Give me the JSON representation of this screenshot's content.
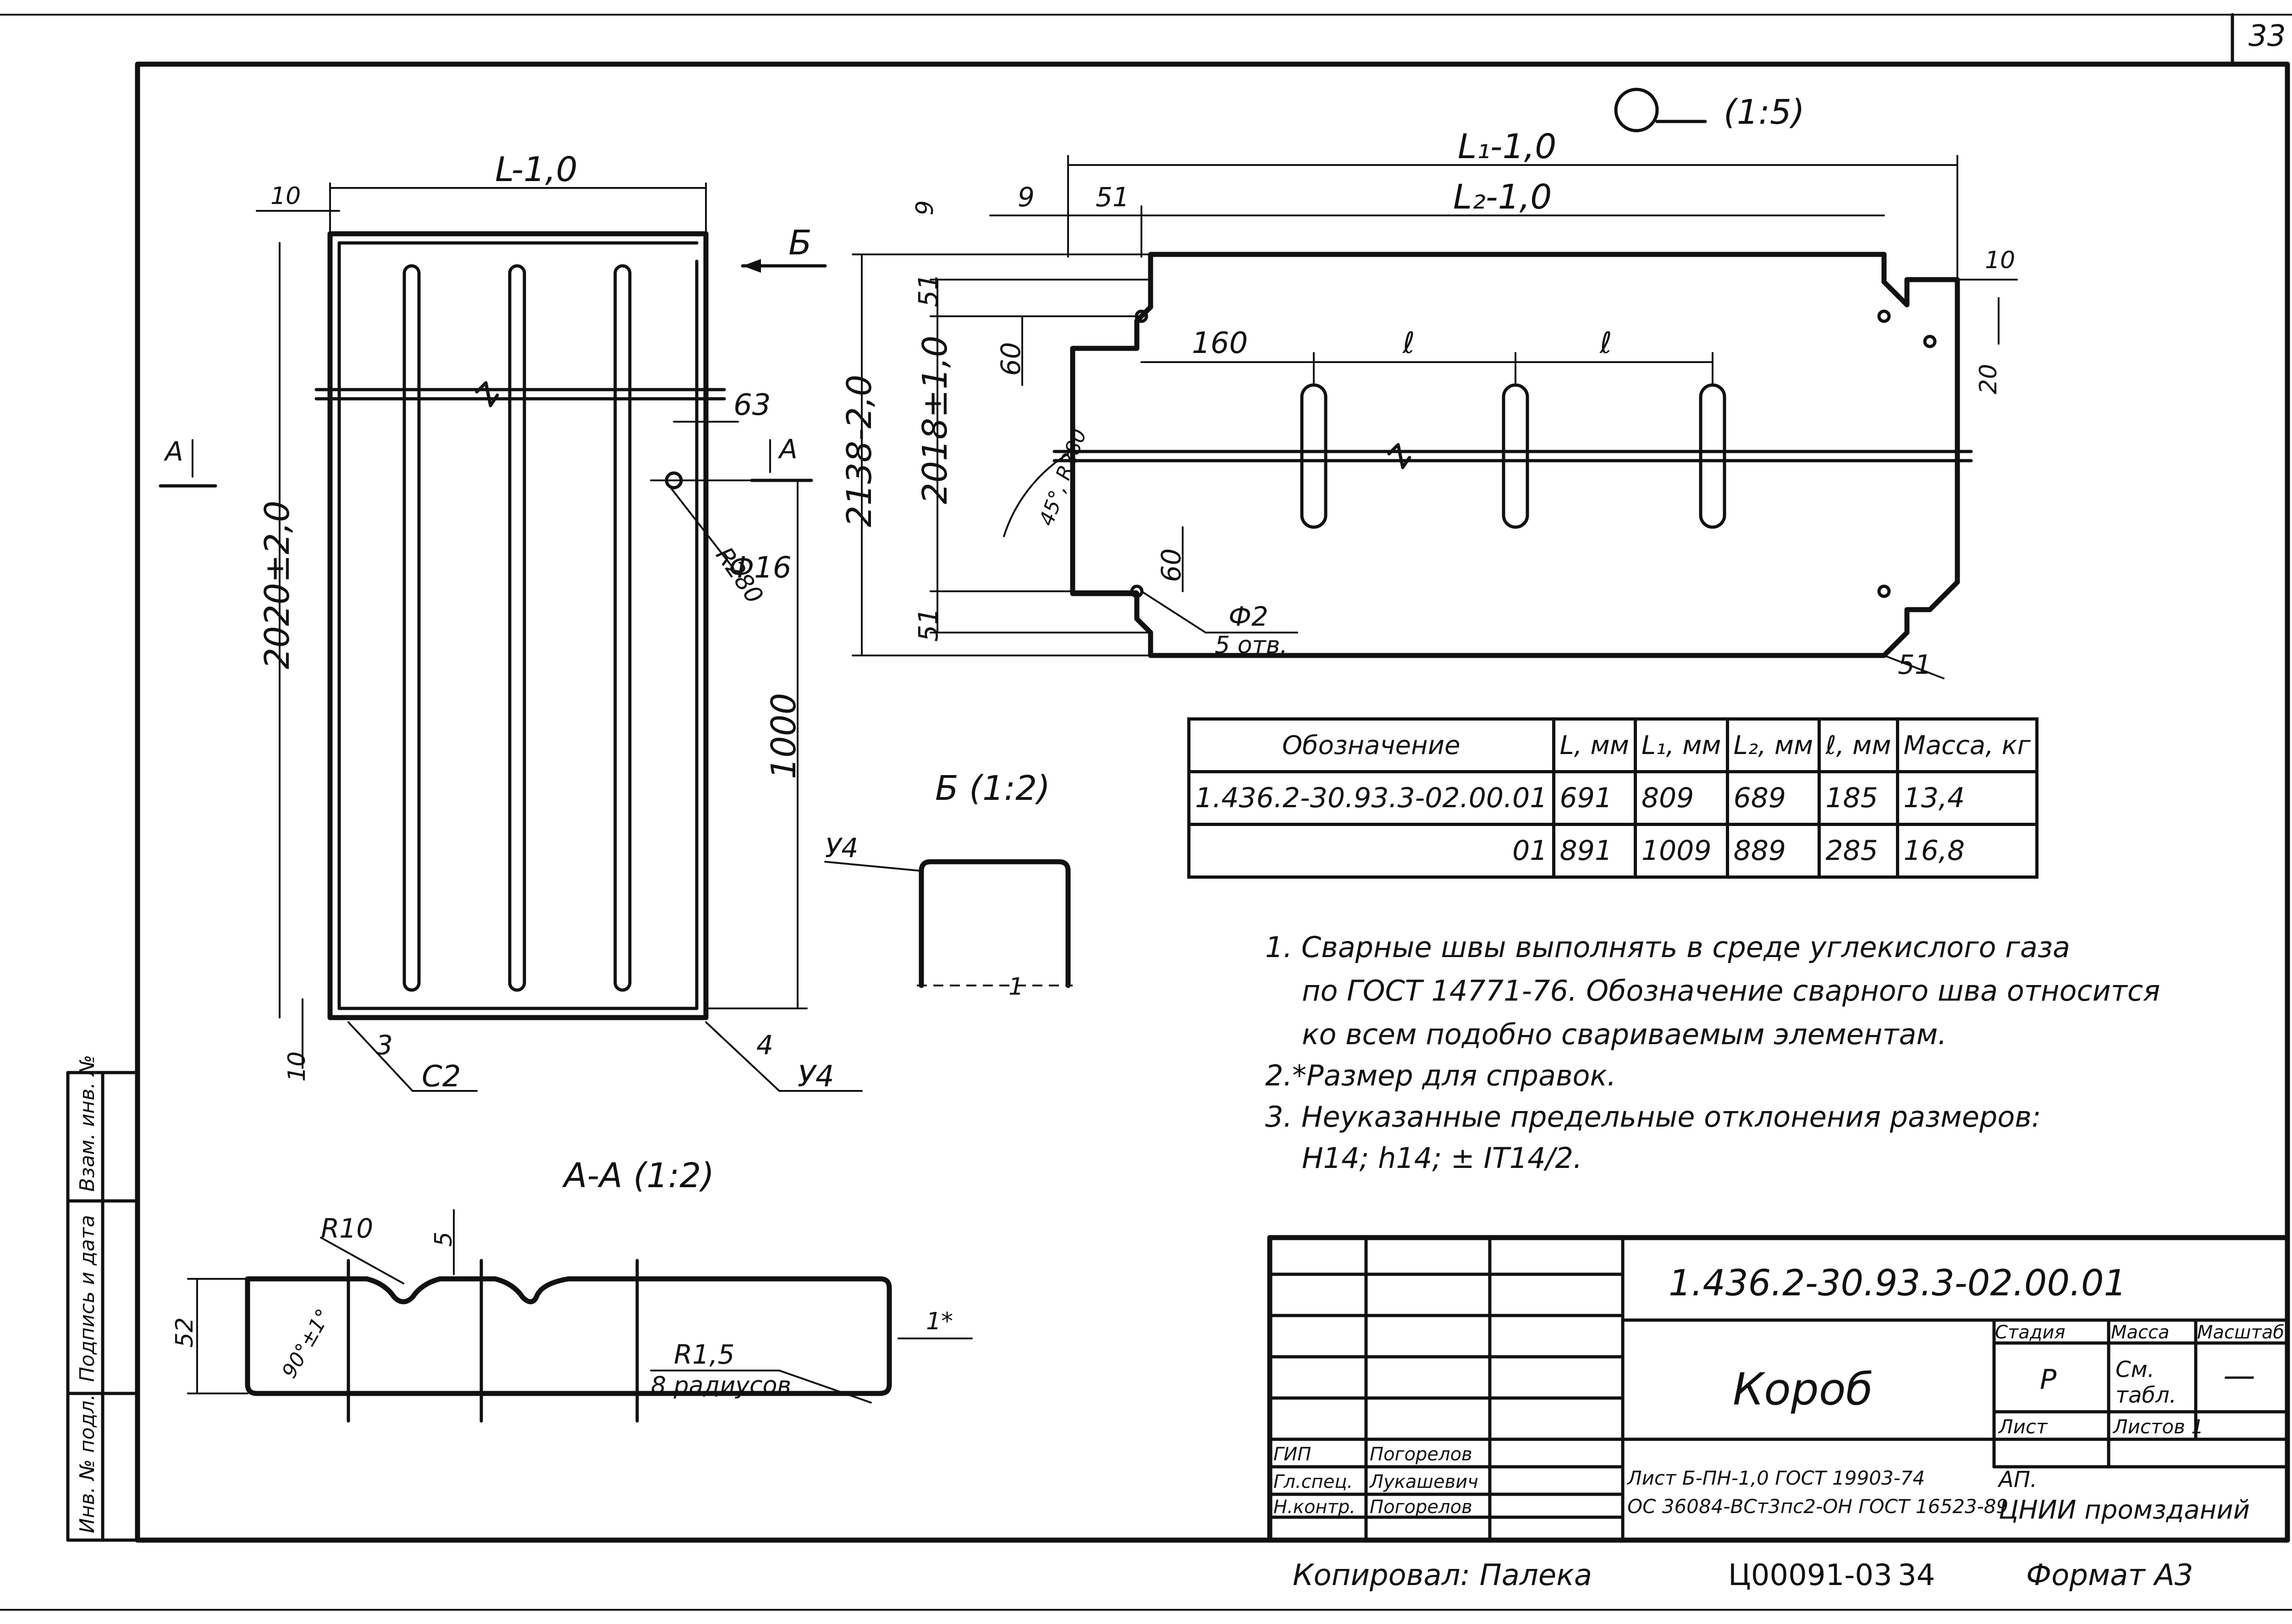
{
  "sheet": {
    "page_number": "33",
    "copied_by": "Копировал: Палека",
    "archive_code": "Ц00091-03",
    "archive_page": "34",
    "format": "Формат А3"
  },
  "views": {
    "front_scale_symbol": "(1:5)",
    "section_b_label": "Б (1:2)",
    "section_a_label": "А-А (1:2)",
    "view_arrow_b": "Б",
    "cut_mark_a": "А"
  },
  "dimensions": {
    "left_view": {
      "width": "L-1,0",
      "offset_top": "10",
      "height": "2020±2,0",
      "offset_bottom": "10",
      "hole_vertical": "1000",
      "edge_dist": "63",
      "radius": "R280",
      "hole_diameter": "Ф16",
      "callout_3": "3",
      "weld_mark_c2": "С2",
      "callout_4": "4",
      "weld_mark_u4": "У4"
    },
    "right_view": {
      "overall_length": "L₁-1,0",
      "inner_length": "L₂-1,0",
      "left_offset": "9",
      "inset": "51",
      "top_offset": "9",
      "total_height": "2138-2,0",
      "inner_height": "2018±1,0",
      "corner_51_top": "51",
      "corner_51_bottom": "51",
      "corner_51_right": "51",
      "step_60_top": "60",
      "step_60_bottom": "60",
      "first_slot": "160",
      "pitch_1": "ℓ",
      "pitch_2": "ℓ",
      "right_10": "10",
      "right_20": "20",
      "radius_note": "45°, R280",
      "hole_note": "Ф2",
      "hole_count": "5 отв."
    },
    "section_b": {
      "weld": "У4",
      "callout": "1"
    },
    "section_a": {
      "radius_10": "R10",
      "depth": "5",
      "angle": "90°±1°",
      "height": "52",
      "thickness": "1*",
      "radius_15": "R1,5",
      "radius_count": "8 радиусов"
    }
  },
  "spec_table": {
    "headers": [
      "Обозначение",
      "L, мм",
      "L₁, мм",
      "L₂, мм",
      "ℓ, мм",
      "Масса, кг"
    ],
    "rows": [
      [
        "1.436.2-30.93.3-02.00.01",
        "691",
        "809",
        "689",
        "185",
        "13,4"
      ],
      [
        "01",
        "891",
        "1009",
        "889",
        "285",
        "16,8"
      ]
    ]
  },
  "notes": [
    "1. Сварные швы выполнять в среде углекислого газа",
    "по ГОСТ 14771-76. Обозначение сварного шва относится",
    "ко всем подобно свариваемым элементам.",
    "2.*Размер для справок.",
    "3. Неуказанные предельные отклонения размеров:",
    "H14; h14; ± IT14/2."
  ],
  "title_block": {
    "designation": "1.436.2-30.93.3-02.00.01",
    "name": "Короб",
    "headers": {
      "stage": "Стадия",
      "mass": "Масса",
      "scale": "Масштаб",
      "sheet": "Лист",
      "sheets": "Листов 1"
    },
    "stage_value": "Р",
    "mass_value": "См. табл.",
    "scale_value": "—",
    "material_line1": "Лист Б-ПН-1,0 ГОСТ 19903-74",
    "material_line2": "ОС 36084-ВСт3пс2-ОН ГОСТ 16523-89",
    "org_line1": "АП.",
    "org_line2": "ЦНИИ промзданий",
    "signatures": [
      {
        "role": "ГИП",
        "name": "Погорелов"
      },
      {
        "role": "Гл.спец.",
        "name": "Лукашевич"
      },
      {
        "role": "Н.контр.",
        "name": "Погорелов"
      }
    ]
  },
  "side_stamp": [
    "Инв. № подл.",
    "Подпись и дата",
    "Взам. инв. №"
  ]
}
